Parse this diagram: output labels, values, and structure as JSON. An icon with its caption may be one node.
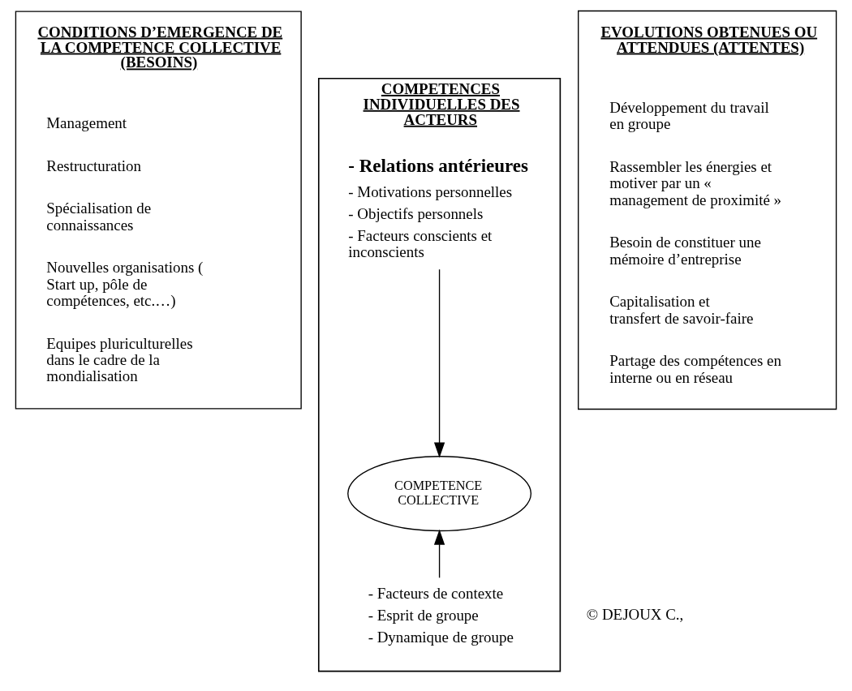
{
  "diagram": {
    "nodes": [
      {
        "text": [
          "CONDITIONS D’EMERGENCE DE LA COMPETENCE COLLECTIVE (BESOINS)",
          "Management",
          "Restructuration",
          "Spécialisation de connaissances",
          "Nouvelles organisations ( Start up, pôle de compétences, etc.…)",
          "Equipes pluriculturelles dans le cadre de la mondialisation"
        ]
      },
      {
        "text": [
          "COMPETENCES INDIVIDUELLES DES ACTEURS"
        ]
      },
      {
        "text": [
          "- Relations antérieures",
          "- Motivations personnelles",
          "- Objectifs personnels",
          "- Facteurs conscients et inconscients"
        ],
        "in": 1
      },
      {
        "text": [
          "COMPETENCE COLLECTIVE"
        ],
        "in": 1
      },
      {
        "text": [
          "- Facteurs de contexte",
          "- Esprit de groupe",
          "- Dynamique de groupe"
        ],
        "in": 1
      },
      {
        "text": [
          "EVOLUTIONS OBTENUES OU ATTENDUES (ATTENTES)",
          "Développement du travail en groupe",
          "Rassembler les énergies et motiver par un « management de proximité »",
          "Besoin de constituer une mémoire d’entreprise",
          "Capitalisation et transfert de savoir-faire",
          "Partage des compétences en interne ou en réseau"
        ]
      }
    ],
    "edges": [
      {
        "from": 2,
        "to": 3,
        "arrow": "to"
      },
      {
        "from": 4,
        "to": 3,
        "arrow": "to"
      }
    ],
    "labels": [
      "© DEJOUX C.,"
    ]
  }
}
